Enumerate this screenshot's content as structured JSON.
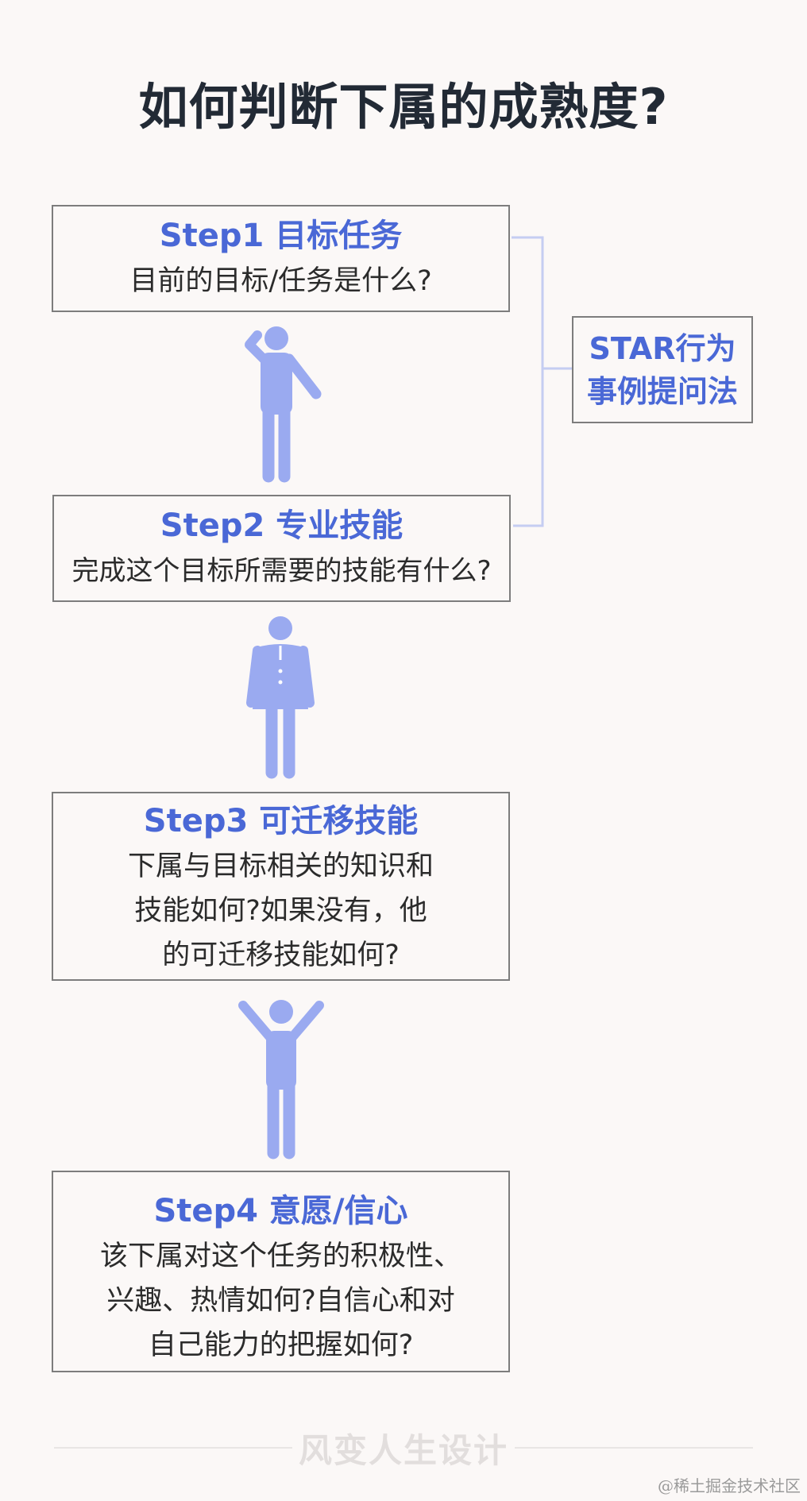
{
  "title": "如何判断下属的成熟度?",
  "steps": [
    {
      "heading": "Step1 目标任务",
      "lines": [
        "目前的目标/任务是什么?"
      ]
    },
    {
      "heading": "Step2  专业技能",
      "lines": [
        "完成这个目标所需要的技能有什么?"
      ]
    },
    {
      "heading": "Step3  可迁移技能",
      "lines": [
        "下属与目标相关的知识和",
        "技能如何?如果没有，他",
        "的可迁移技能如何?"
      ]
    },
    {
      "heading": "Step4  意愿/信心",
      "lines": [
        "该下属对这个任务的积极性、",
        "兴趣、热情如何?自信心和对",
        "自己能力的把握如何?"
      ]
    }
  ],
  "star": {
    "lines": [
      "STAR行为",
      "事例提问法"
    ]
  },
  "footer": "风变人生设计",
  "watermark": "@稀土掘金技术社区",
  "colors": {
    "accent": "#4a68d6",
    "figure": "#9aaaf0",
    "connector": "#c5cdf2",
    "border": "#7d7d7d"
  }
}
